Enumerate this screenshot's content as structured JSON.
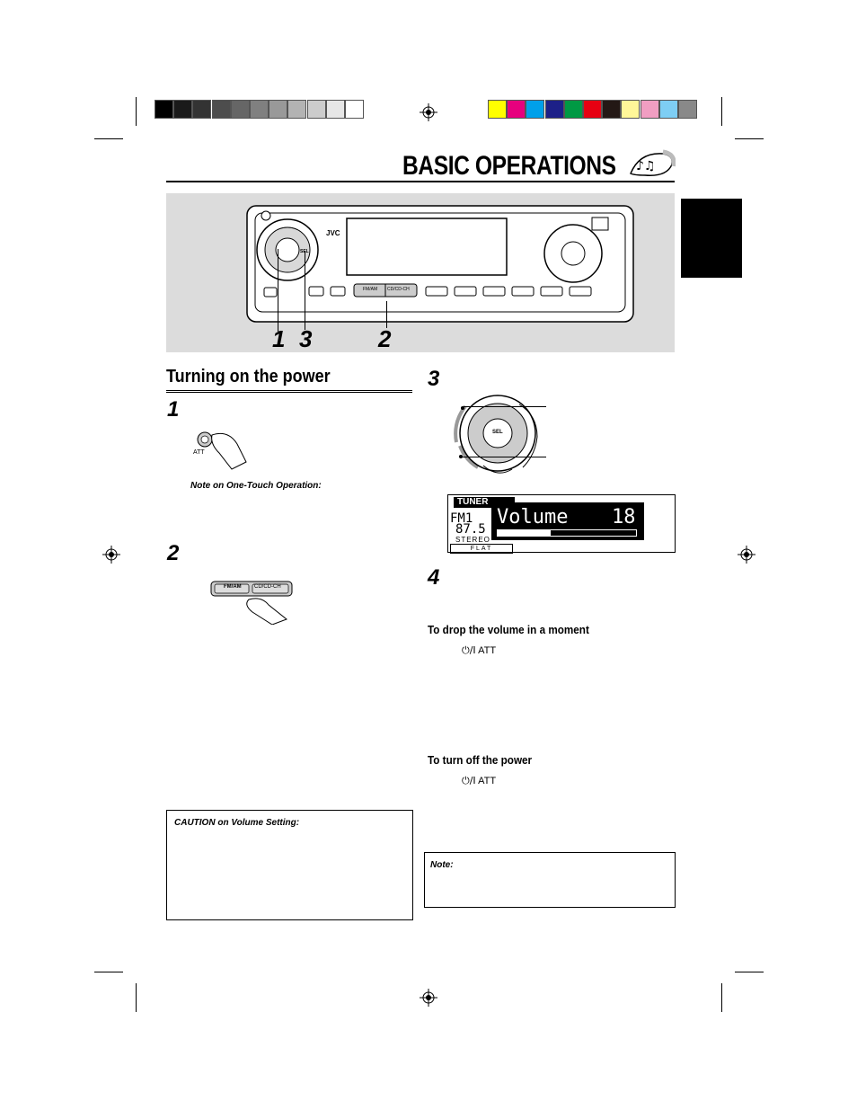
{
  "page": {
    "title": "BASIC OPERATIONS",
    "title_icon": "music-notes-icon"
  },
  "illustration": {
    "brand": "JVC",
    "fm_am_label": "FM/AM",
    "cd_label": "CD/CD-CH",
    "sel_label": "SEL",
    "callouts": [
      "1",
      "3",
      "2"
    ]
  },
  "section": {
    "heading": "Turning on the power"
  },
  "steps": {
    "step1_number": "1",
    "step1_button_label": "ATT",
    "step1_note": "Note on One-Touch Operation:",
    "step2_number": "2",
    "step2_fm_label": "FM/AM",
    "step2_cd_label": "CD/CD-CH",
    "step3_number": "3",
    "step3_sel_label": "SEL",
    "step4_number": "4"
  },
  "lcd": {
    "source_tab": "TUNER",
    "band": "FM1",
    "frequency": "87.5",
    "stereo": "STEREO",
    "eq": "FLAT",
    "overlay_label": "Volume",
    "overlay_value": "18"
  },
  "drop_volume": {
    "heading": "To drop the volume in a moment",
    "button_text": "ATT"
  },
  "turn_off": {
    "heading": "To turn off the power",
    "button_text": "ATT"
  },
  "caution_box": {
    "heading": "CAUTION on Volume Setting:"
  },
  "note_box": {
    "heading": "Note:"
  },
  "colors": {
    "panel_bg": "#dcdcdc",
    "swatches_gray": [
      "#000000",
      "#1a1a1a",
      "#333333",
      "#4d4d4d",
      "#666666",
      "#808080",
      "#999999",
      "#b3b3b3",
      "#cccccc",
      "#e6e6e6",
      "#ffffff"
    ],
    "swatches_color": [
      "#ffff00",
      "#e6007e",
      "#00a0e9",
      "#1d2088",
      "#009944",
      "#e60012",
      "#231815",
      "#fff799",
      "#f19ec2",
      "#7ecef4",
      "#898989"
    ]
  }
}
